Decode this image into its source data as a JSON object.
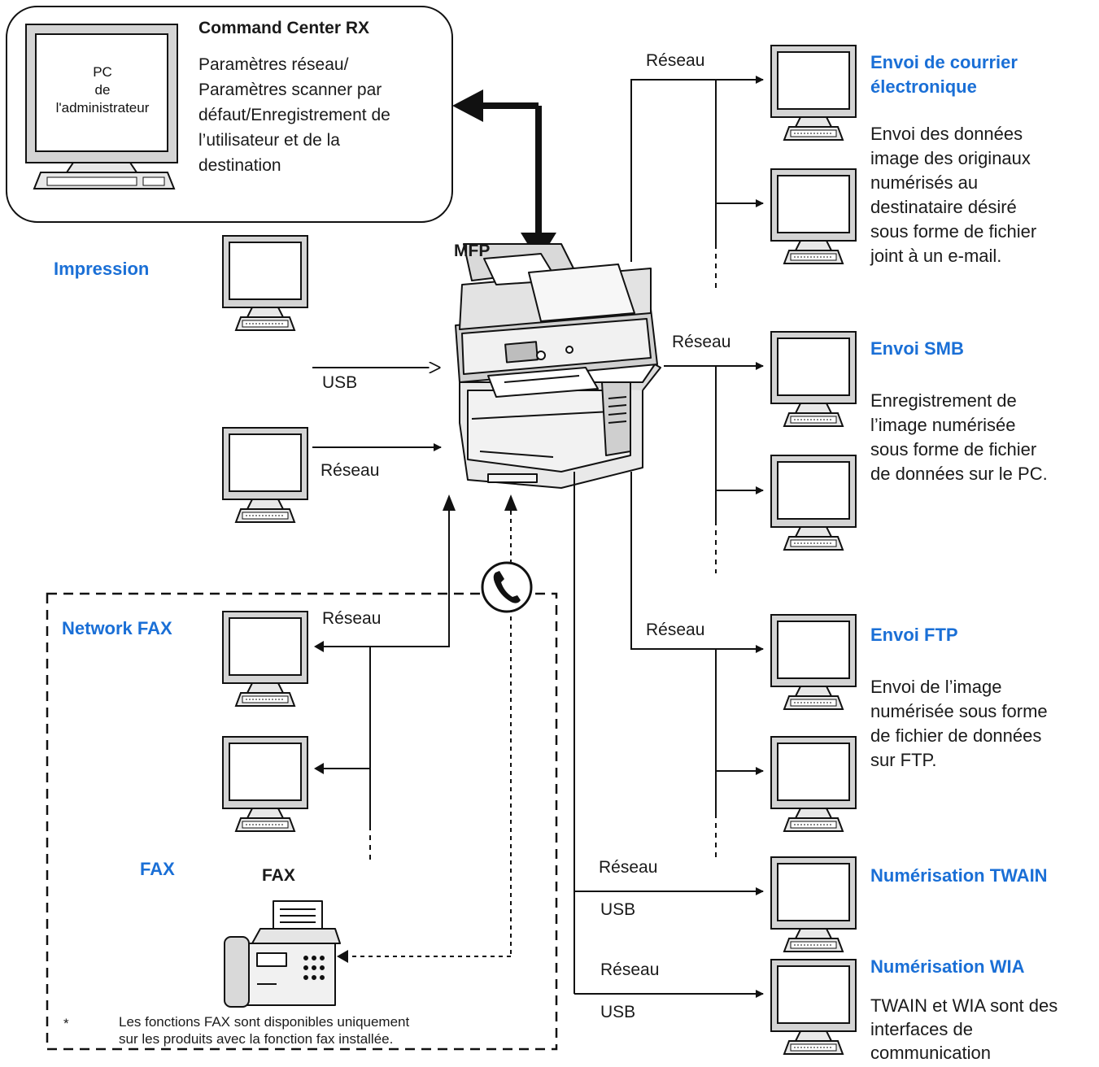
{
  "command_center": {
    "title": "Command Center RX",
    "pc_label": "PC\nde\nl'administrateur",
    "description": "Paramètres réseau/\nParamètres scanner par\ndéfaut/Enregistrement de\nl’utilisateur et de la\ndestination"
  },
  "mfp_label": "MFP",
  "impression": {
    "title": "Impression",
    "usb_label": "USB",
    "network_label": "Réseau"
  },
  "email": {
    "network_label": "Réseau",
    "title": "Envoi de courrier\nélectronique",
    "description": "Envoi des données\nimage des originaux\nnumérisés au\ndestinataire désiré\nsous forme de fichier\njoint à un e-mail."
  },
  "smb": {
    "network_label": "Réseau",
    "title": "Envoi SMB",
    "description": "Enregistrement de\nl’image numérisée\nsous forme de fichier\nde données sur le PC."
  },
  "ftp": {
    "network_label": "Réseau",
    "title": "Envoi FTP",
    "description": "Envoi de l’image\nnumérisée sous forme\nde fichier de données\nsur FTP."
  },
  "twain": {
    "network_label": "Réseau",
    "usb_label": "USB",
    "title": "Numérisation TWAIN"
  },
  "wia": {
    "network_label": "Réseau",
    "usb_label": "USB",
    "title": "Numérisation WIA",
    "description": "TWAIN et WIA sont des\ninterfaces de\ncommunication"
  },
  "fax_area": {
    "network_fax_title": "Network FAX",
    "network_label": "Réseau",
    "fax_title": "FAX",
    "fax_device_label": "FAX",
    "note_marker": "*",
    "note": "Les fonctions FAX sont disponibles uniquement\nsur les produits avec la fonction fax installée."
  },
  "colors": {
    "accent": "#1a6fd6",
    "line": "#111111",
    "screen_bg": "#ffffff",
    "bezel": "#d9d9d9"
  }
}
